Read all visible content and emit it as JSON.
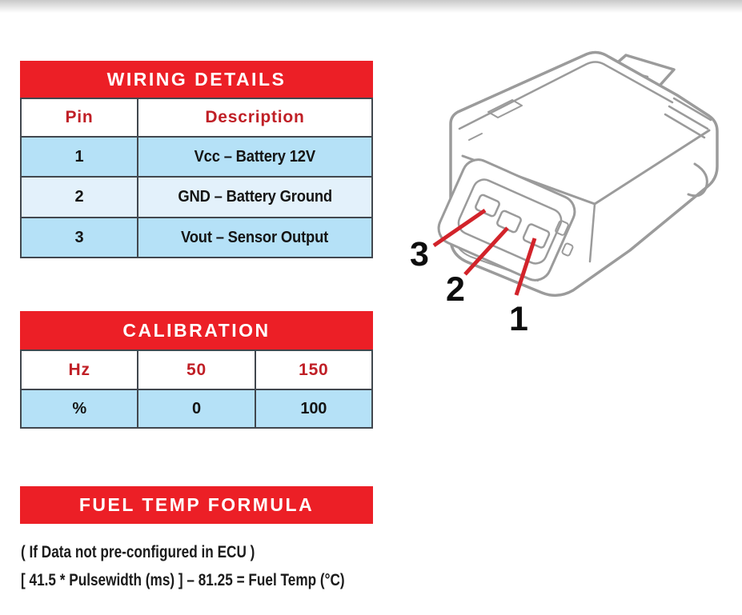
{
  "colors": {
    "banner_red": "#EC1F26",
    "header_text_red": "#C01F26",
    "row_blue": "#B5E1F7",
    "row_blue_light": "#E3F1FB",
    "grid_border": "#41474E",
    "drawing_gray": "#9B9B9B",
    "leader_red": "#D2232A"
  },
  "wiring_table": {
    "title": "WIRING DETAILS",
    "columns": [
      "Pin",
      "Description"
    ],
    "rows": [
      {
        "pin": "1",
        "description": "Vcc – Battery 12V"
      },
      {
        "pin": "2",
        "description": "GND – Battery Ground"
      },
      {
        "pin": "3",
        "description": "Vout – Sensor Output"
      }
    ]
  },
  "calibration_table": {
    "title": "CALIBRATION",
    "header_row": [
      "Hz",
      "50",
      "150"
    ],
    "value_row": [
      "%",
      "0",
      "100"
    ]
  },
  "fuel_formula": {
    "title": "FUEL TEMP FORMULA",
    "note": "( If Data not pre-configured in ECU )",
    "formula": "[ 41.5 * Pulsewidth (ms) ] – 81.25 = Fuel Temp (°C)"
  },
  "connector_diagram": {
    "pin_labels": [
      {
        "label": "3"
      },
      {
        "label": "2"
      },
      {
        "label": "1"
      }
    ]
  }
}
